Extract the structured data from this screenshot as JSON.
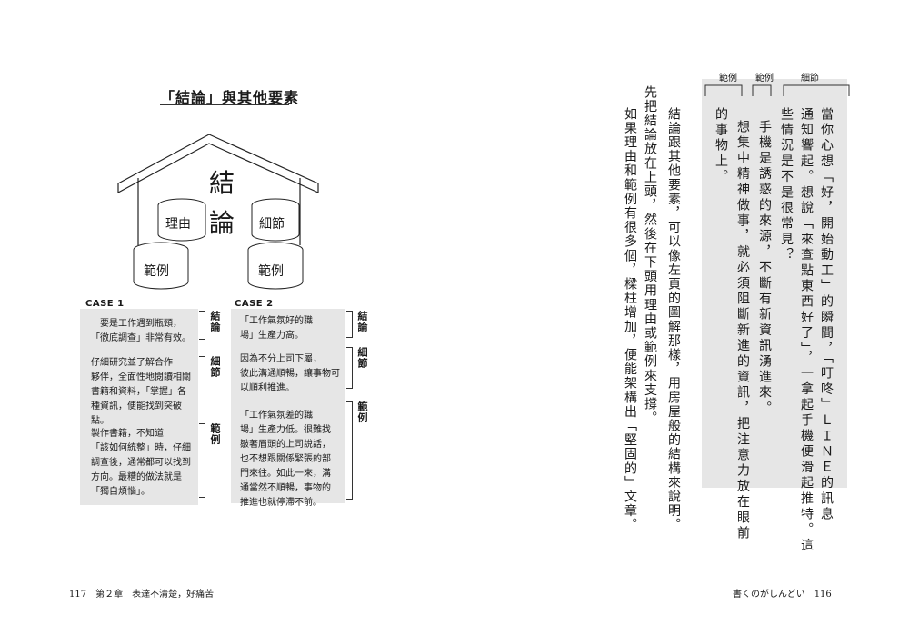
{
  "left_page": {
    "diagram_title": "「結論」與其他要素",
    "house": {
      "roof_char_top": "結",
      "roof_char_bottom": "論",
      "pillar_left": "理由",
      "pillar_right": "細節",
      "base_left": "範例",
      "base_right": "範例"
    },
    "case1": {
      "label": "CASE 1",
      "boxes": [
        {
          "text": "要是工作遇到瓶頸，\n「徹底調查」非常有效。",
          "tag": "結論"
        },
        {
          "text": "仔細研究並了解合作\n夥伴，全面性地閱讀相關\n書籍和資料，「掌握」各\n種資訊，便能找到突破\n點。",
          "tag": "細節"
        },
        {
          "text": "製作書籍，不知道\n「該如何統整」時，仔細\n調查後，通常都可以找到\n方向。最糟的做法就是\n「獨自煩惱」。",
          "tag": "範例"
        }
      ]
    },
    "case2": {
      "label": "CASE 2",
      "boxes": [
        {
          "text": "「工作氣氛好的職\n場」生產力高。",
          "tag": "結論"
        },
        {
          "text": "因為不分上司下屬，\n彼此溝通順暢，讓事物可\n以順利推進。",
          "tag": "細節"
        },
        {
          "text": "「工作氣氛差的職\n場」生產力低。很難找\n皺著眉頭的上司說話，\n也不想跟關係緊張的部\n門來往。如此一來，溝\n通當然不順暢，事物的\n推進也就停滯不前。",
          "tag": "範例"
        }
      ]
    },
    "footer": "117　第２章　表達不清楚，好痛苦"
  },
  "right_page": {
    "top_labels": [
      "範例",
      "範例",
      "細節"
    ],
    "box_columns": [
      "當你心想「好，開始動工」的瞬間，「叮咚」ＬＩＮＥ的訊息",
      "通知響起。想說「來查點東西好了」，一拿起手機便滑起推特。這",
      "些情況是不是很常見？",
      "手機是誘惑的來源，不斷有新資訊湧進來。",
      "想集中精神做事，就必須阻斷新進的資訊，把注意力放在眼前",
      "的事物上。"
    ],
    "body_columns": [
      "結論跟其他要素，可以像左頁的圖解那樣，用房屋般的結構來說明。",
      "先把結論放在上頭，然後在下頭用理由或範例來支撐。",
      "如果理由和範例有很多個，樑柱增加，便能架構出「堅固的」文章。"
    ],
    "footer": "書くのがしんどい　116"
  }
}
